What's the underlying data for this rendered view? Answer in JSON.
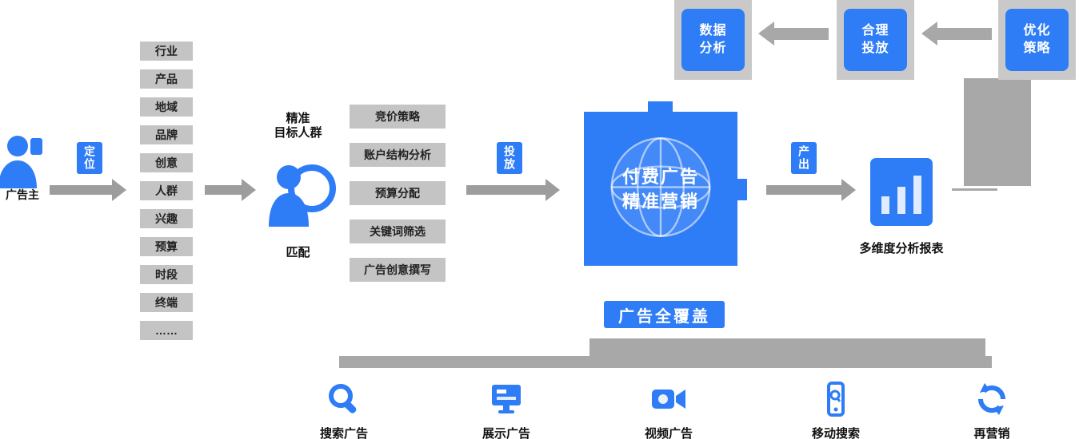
{
  "colors": {
    "accent_blue": "#2E7CF6",
    "list_box_gray": "#C4C4C4",
    "arrow_gray": "#9D9D9D",
    "bar_gray": "#A8A8A8"
  },
  "flow": {
    "advertiser_label": "广告主",
    "positioning_badge": "定位",
    "targeting_items": [
      "行业",
      "产品",
      "地域",
      "品牌",
      "创意",
      "人群",
      "兴趣",
      "预算",
      "时段",
      "终端",
      "……"
    ],
    "audience_line1": "精准",
    "audience_line2": "目标人群",
    "match_label": "匹配",
    "strategy_items": [
      "竞价策略",
      "账户结构分析",
      "预算分配",
      "关键词筛选",
      "广告创意撰写"
    ],
    "delivery_badge": "投放",
    "center_line1": "付费广告",
    "center_line2": "精准营销",
    "output_badge": "产出",
    "report_label": "多维度分析报表"
  },
  "feedback_loop": {
    "boxes": [
      {
        "line1": "数据",
        "line2": "分析"
      },
      {
        "line1": "合理",
        "line2": "投放"
      },
      {
        "line1": "优化",
        "line2": "策略"
      }
    ]
  },
  "coverage": {
    "badge_label": "广告全覆盖",
    "channels": [
      {
        "label": "搜索广告"
      },
      {
        "label": "展示广告"
      },
      {
        "label": "视频广告"
      },
      {
        "label": "移动搜索"
      },
      {
        "label": "再营销"
      }
    ]
  }
}
